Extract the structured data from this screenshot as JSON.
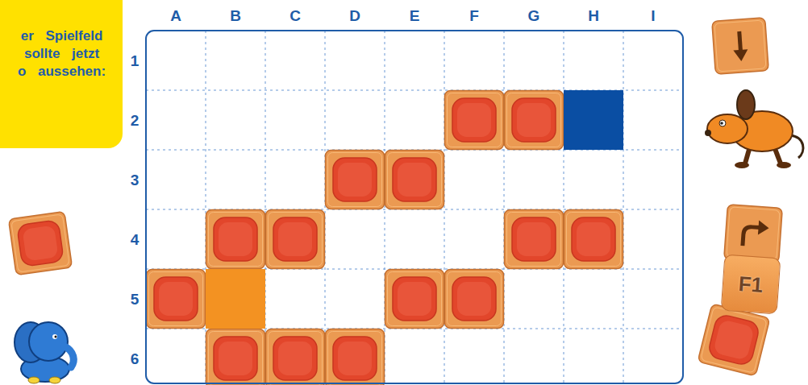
{
  "diagram": {
    "nodes": [
      {
        "text": [
          "er Spielfeld sollte jetzt o aussehen:"
        ]
      },
      {
        "text": [
          "F1"
        ]
      }
    ],
    "labels": [
      "A",
      "B",
      "C",
      "D",
      "E",
      "F",
      "G",
      "H",
      "I",
      "1",
      "2",
      "3",
      "4",
      "5",
      "6"
    ]
  }
}
